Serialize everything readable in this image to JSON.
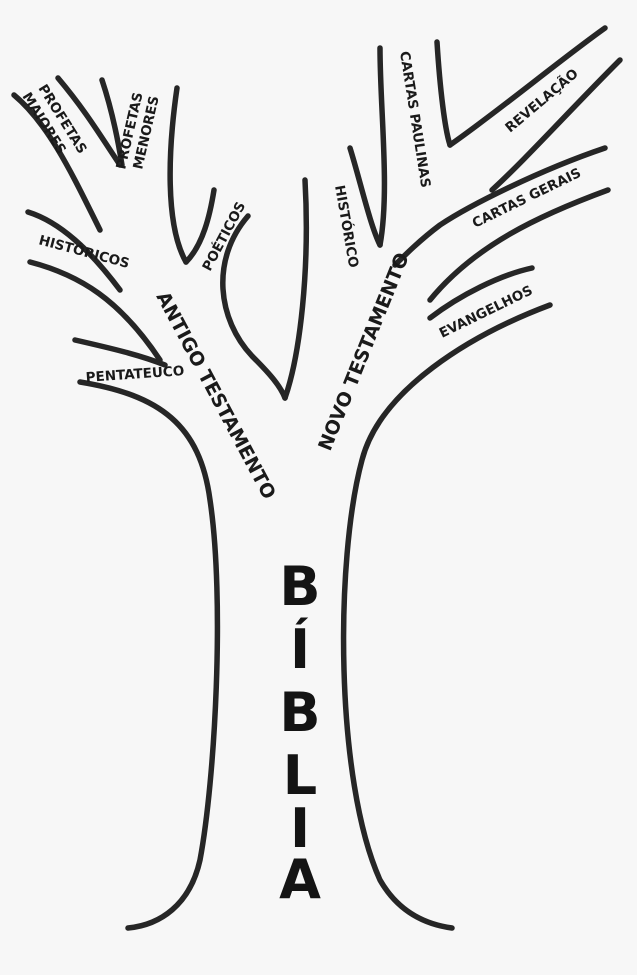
{
  "title_letters": [
    "B",
    "Í",
    "B",
    "L",
    "I",
    "A"
  ],
  "testaments": {
    "old": "ANTIGO TESTAMENTO",
    "new": "NOVO TESTAMENTO"
  },
  "branches": {
    "pentateuco": "PENTATEUCO",
    "historicos": "HISTÓRICOS",
    "profetas_maiores_1": "PROFETAS",
    "profetas_maiores_2": "MAIORES",
    "profetas_menores_1": "PROFETAS",
    "profetas_menores_2": "MENORES",
    "poeticos": "POÉTICOS",
    "historico": "HISTÓRICO",
    "cartas_paulinas": "CARTAS PAULINAS",
    "revelacao": "REVELAÇÃO",
    "cartas_gerais": "CARTAS GERAIS",
    "evangelhos": "EVANGELHOS"
  }
}
